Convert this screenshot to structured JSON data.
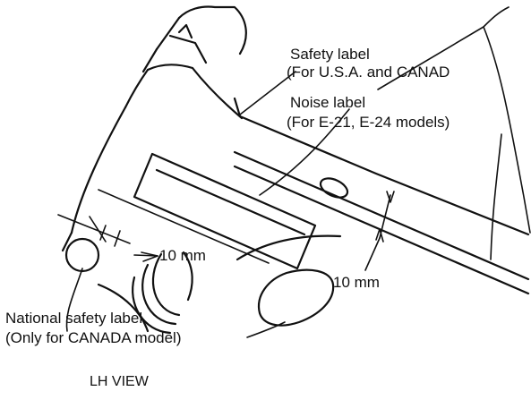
{
  "labels": {
    "safety_label": "Safety label",
    "safety_label_note": "(For U.S.A. and CANAD",
    "noise_label": "Noise label",
    "noise_label_note": "(For E-21, E-24 models)",
    "national_safety_label": "National safety label",
    "national_safety_label_note": "(Only for CANADA model)",
    "dimension_left": "10 mm",
    "dimension_right": "10 mm",
    "view_caption": "LH VIEW"
  }
}
